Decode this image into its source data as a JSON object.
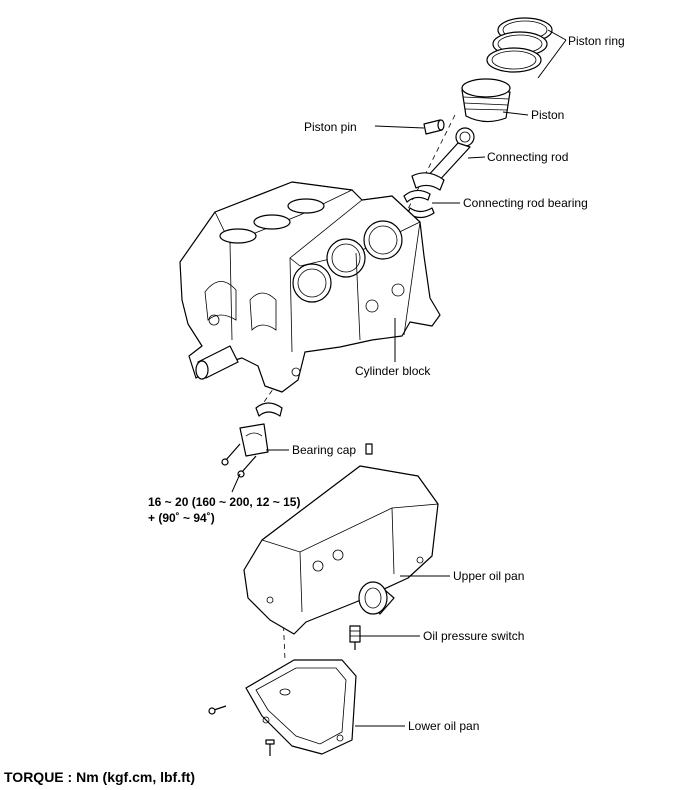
{
  "labels": {
    "piston_ring": "Piston ring",
    "piston": "Piston",
    "piston_pin": "Piston pin",
    "connecting_rod": "Connecting rod",
    "connecting_rod_bearing": "Connecting rod bearing",
    "cylinder_block": "Cylinder block",
    "bearing_cap": "Bearing cap",
    "upper_oil_pan": "Upper oil pan",
    "oil_pressure_switch": "Oil pressure switch",
    "lower_oil_pan": "Lower oil pan"
  },
  "torque_spec": {
    "line1": "16 ~ 20 (160 ~ 200, 12 ~ 15)",
    "line2": "+ (90˚ ~ 94˚)"
  },
  "footer": "TORQUE : Nm (kgf.cm, lbf.ft)"
}
